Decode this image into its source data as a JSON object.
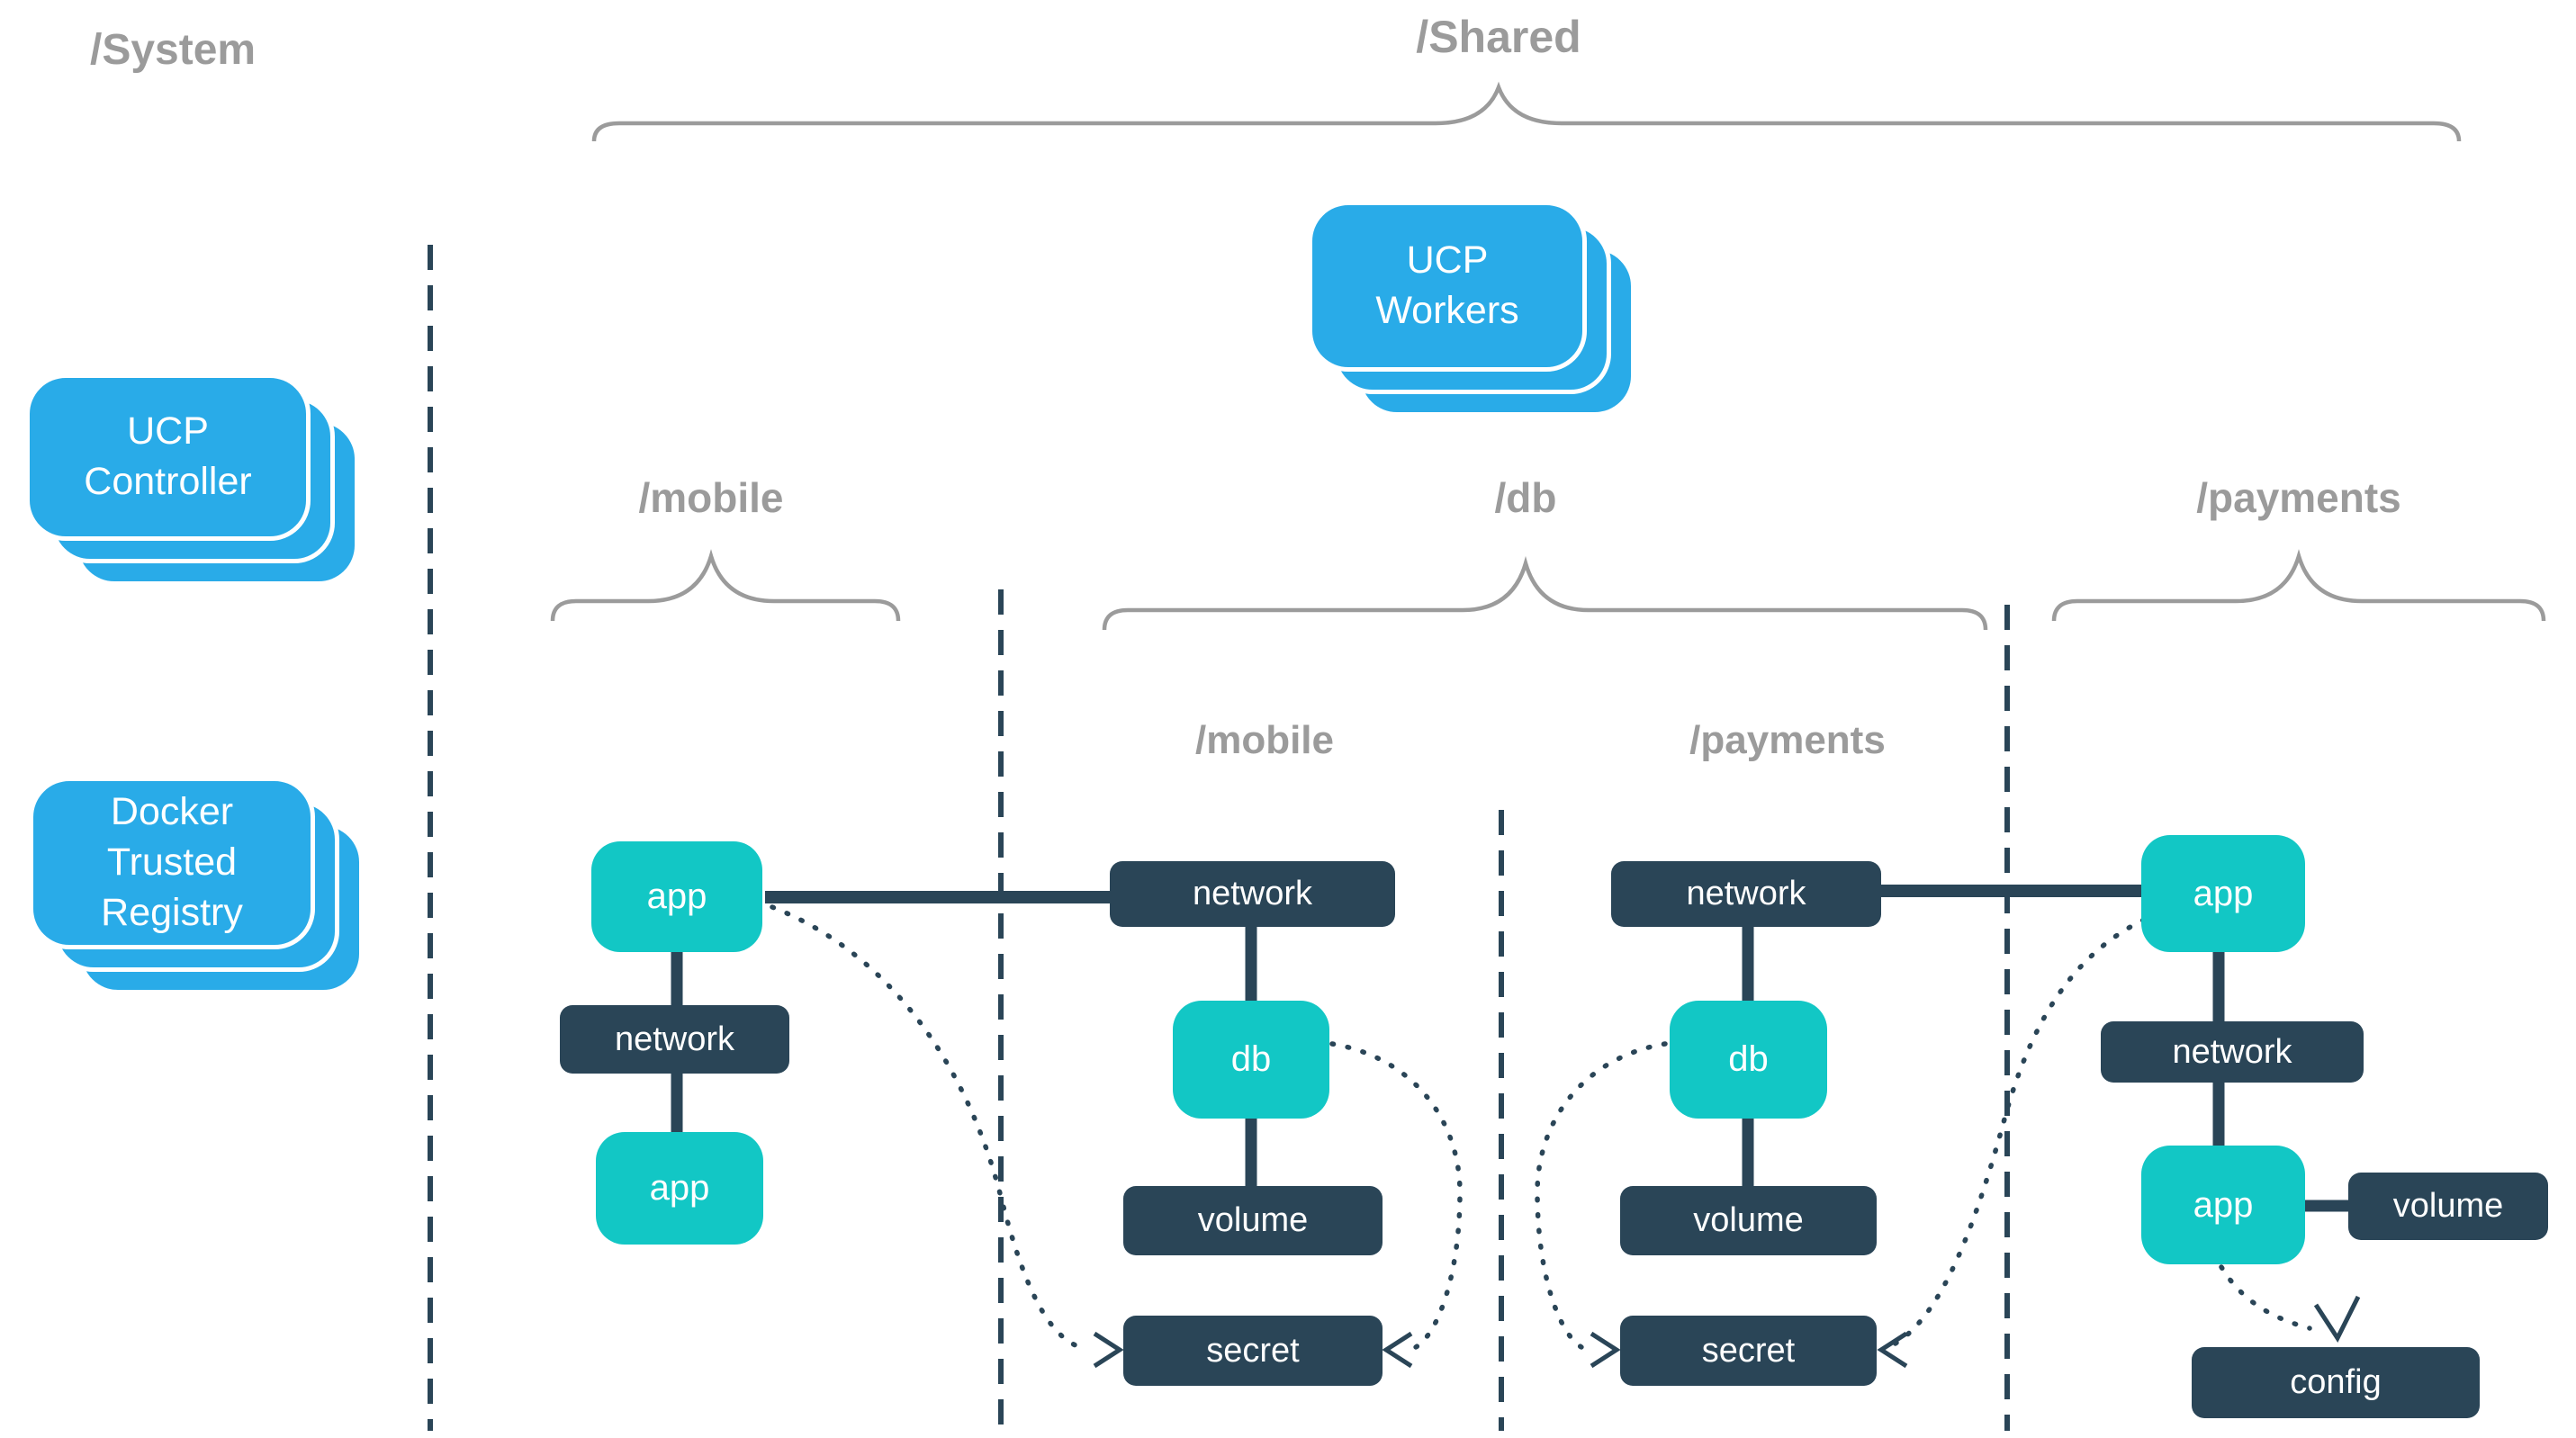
{
  "colors": {
    "blue": "#29abe8",
    "teal": "#12c7c5",
    "navy": "#2a4557",
    "gray": "#9b9b9b"
  },
  "system": {
    "title": "/System",
    "controller": "UCP Controller",
    "registry": "Docker Trusted Registry"
  },
  "shared": {
    "title": "/Shared",
    "workers": "UCP Workers"
  },
  "collections": {
    "mobile": {
      "title": "/mobile",
      "app_top": "app",
      "network": "network",
      "app_bottom": "app"
    },
    "db": {
      "title": "/db",
      "mobile": {
        "title": "/mobile",
        "network": "network",
        "db": "db",
        "volume": "volume",
        "secret": "secret"
      },
      "payments": {
        "title": "/payments",
        "network": "network",
        "db": "db",
        "volume": "volume",
        "secret": "secret"
      }
    },
    "payments": {
      "title": "/payments",
      "app_top": "app",
      "network": "network",
      "app_bottom": "app",
      "volume": "volume",
      "config": "config"
    }
  }
}
